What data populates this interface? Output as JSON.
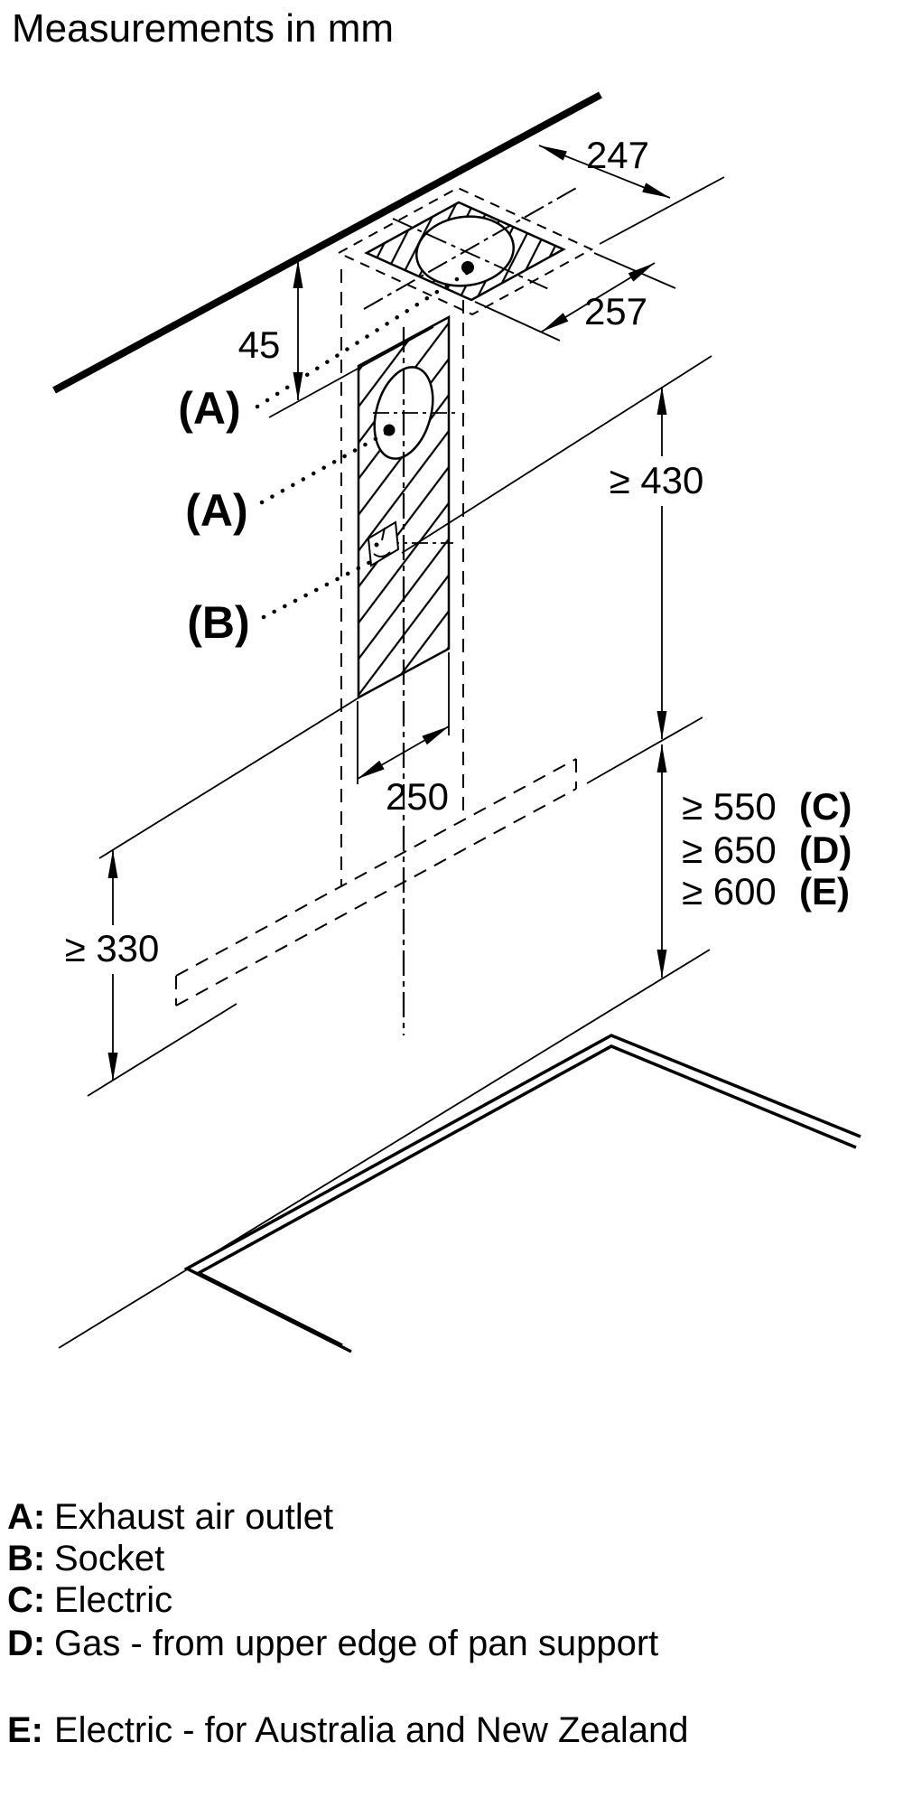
{
  "title": "Measurements in mm",
  "dims": {
    "ceiling_plate_width": "247",
    "ceiling_plate_depth": "257",
    "ceiling_gap": "45",
    "duct_width": "250",
    "wall_section_height": "≥ 430",
    "hood_bottom_height": "≥ 330",
    "clearances": [
      {
        "value": "≥ 550",
        "ref": "(C)"
      },
      {
        "value": "≥ 650",
        "ref": "(D)"
      },
      {
        "value": "≥ 600",
        "ref": "(E)"
      }
    ]
  },
  "callouts": {
    "exhaust_ceiling": "(A)",
    "exhaust_wall": "(A)",
    "socket": "(B)"
  },
  "legend": [
    {
      "key": "A:",
      "label": "Exhaust air outlet"
    },
    {
      "key": "B:",
      "label": "Socket"
    },
    {
      "key": "C:",
      "label": "Electric"
    },
    {
      "key": "D:",
      "label": "Gas - from upper edge of pan support"
    },
    {
      "key": "E:",
      "label": "Electric - for Australia and New Zealand"
    }
  ],
  "colors": {
    "ink": "#000000",
    "background": "#ffffff"
  }
}
